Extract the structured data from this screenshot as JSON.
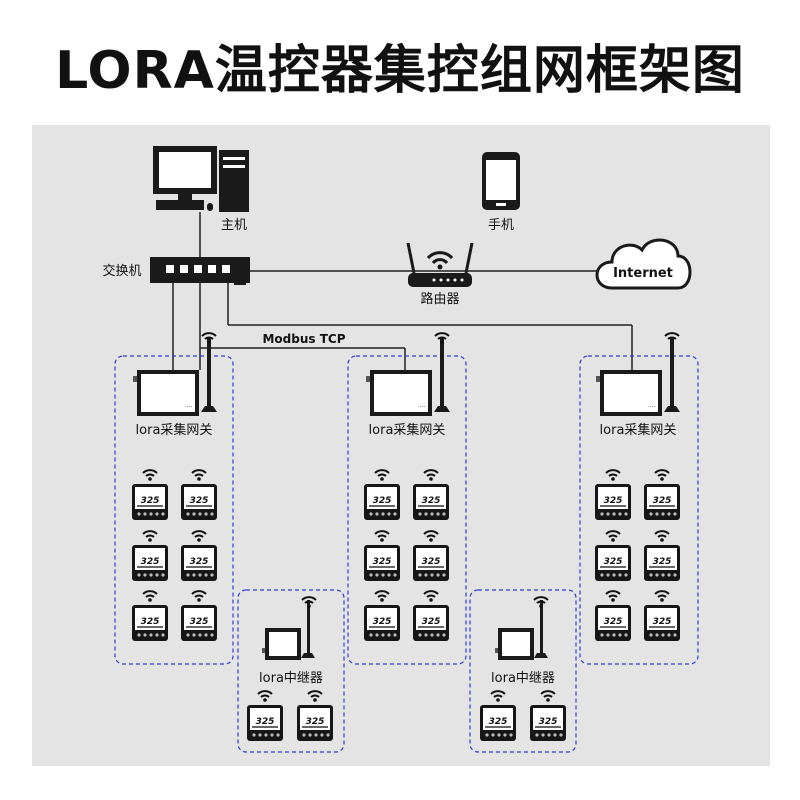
{
  "title": "LORA温控器集控组网框架图",
  "labels": {
    "host": "主机",
    "phone": "手机",
    "switch": "交换机",
    "router": "路由器",
    "internet": "Internet",
    "modbus": "Modbus TCP"
  },
  "gateways": [
    {
      "label": "lora采集网关"
    },
    {
      "label": "lora采集网关"
    },
    {
      "label": "lora采集网关"
    }
  ],
  "repeaters": [
    {
      "label": "lora中继器"
    },
    {
      "label": "lora中继器"
    }
  ],
  "thermostat_display": "325",
  "colors": {
    "background": "#e4e4e4",
    "dashed_border": "#2b3fd6",
    "line": "#222222",
    "device_dark": "#1a1a1a"
  }
}
